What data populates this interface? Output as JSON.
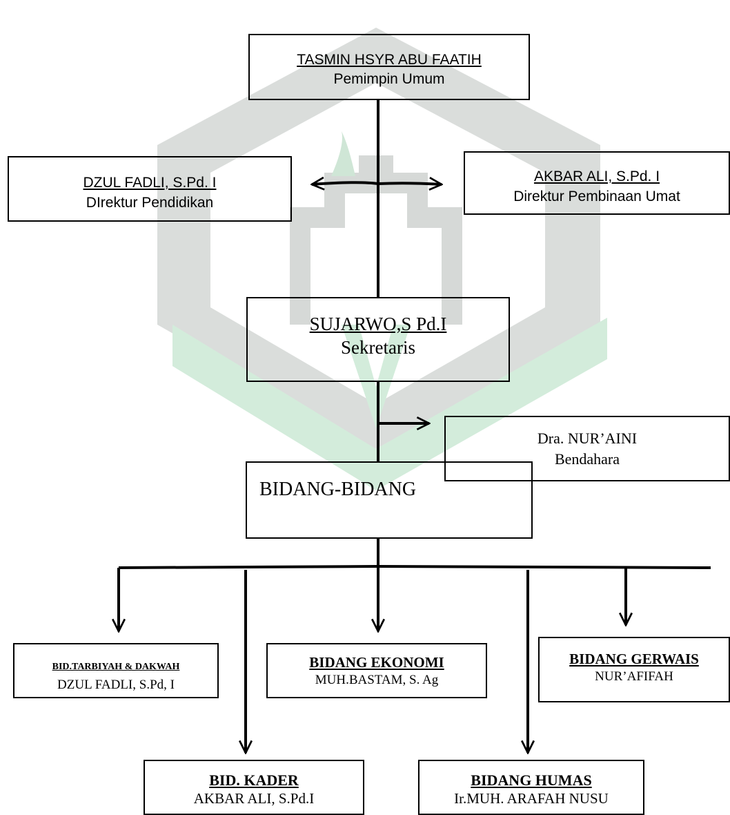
{
  "org": {
    "leader": {
      "name": "TASMIN HSYR ABU FAATIH",
      "role": "Pemimpin Umum"
    },
    "director_education": {
      "name": "DZUL FADLI, S.Pd. I",
      "role": "DIrektur Pendidikan"
    },
    "director_community": {
      "name": "AKBAR ALI, S.Pd. I",
      "role": "Direktur Pembinaan Umat"
    },
    "secretary": {
      "name": "SUJARWO,S Pd.I",
      "role": "Sekretaris"
    },
    "treasurer": {
      "name": "Dra. NUR’AINI",
      "role": "Bendahara"
    },
    "divisions_header": "BIDANG-BIDANG",
    "divisions": [
      {
        "title": "BID.TARBIYAH & DAKWAH",
        "head": "DZUL FADLI, S.Pd, I"
      },
      {
        "title": "BIDANG EKONOMI",
        "head": "MUH.BASTAM, S. Ag"
      },
      {
        "title": "BIDANG GERWAIS",
        "head": "NUR’AFIFAH"
      },
      {
        "title": "BID. KADER",
        "head": "AKBAR ALI, S.Pd.I"
      },
      {
        "title": "BIDANG HUMAS",
        "head": "Ir.MUH. ARAFAH NUSU"
      }
    ]
  },
  "colors": {
    "line": "#000000",
    "watermark_gray": "#d6d9d7",
    "watermark_green": "#d3ecdb"
  }
}
